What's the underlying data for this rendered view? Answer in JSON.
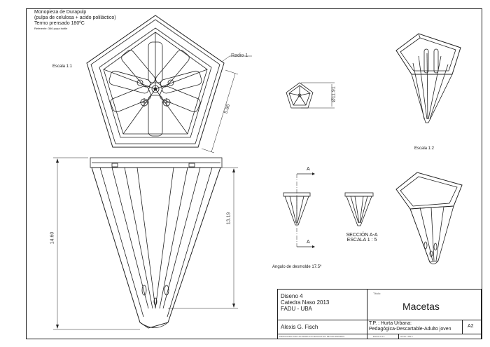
{
  "notes": {
    "line1": "Monopieza de Durapulp",
    "line2": "(pulpa de celulosa + acido poliláctico)",
    "line3": "Termo prensado 180ºC",
    "line4": "Referente: 366 pupa bottle"
  },
  "views": {
    "scale_top": "Escala 1:1",
    "scale_right": "Escala 1:2",
    "radius_label": "Radio 1",
    "dim_top_side": "5.86",
    "dim_section_diam": "Ø11.91",
    "dim_total_height": "14.60",
    "dim_inner_height": "13.19",
    "section_mark_top": "A",
    "section_mark_bottom": "A",
    "section_label_1": "SECCIÓN A-A",
    "section_label_2": "ESCALA 1 : 5",
    "draft_angle": "Angulo de desmolde 17.5º"
  },
  "title_block": {
    "course": "Diseno 4",
    "chair": "Catedra Naso 2013",
    "school": "FADU - UBA",
    "author": "Alexis G. Fisch",
    "title_caption": "Título:",
    "title": "Macetas",
    "tp_line1": "T.P. : Hurta Urbana:",
    "tp_line2": "Pedagógica-Descartable-Adulto joven",
    "sheet_size": "A2",
    "footer_left": "PRODUCIDO POR UN PRODUCTO EDUCATIVO DE SOLIDWORKS",
    "footer_scale": "ESCALA 1:1",
    "footer_sheet": "HOJA 1 DE 1"
  }
}
